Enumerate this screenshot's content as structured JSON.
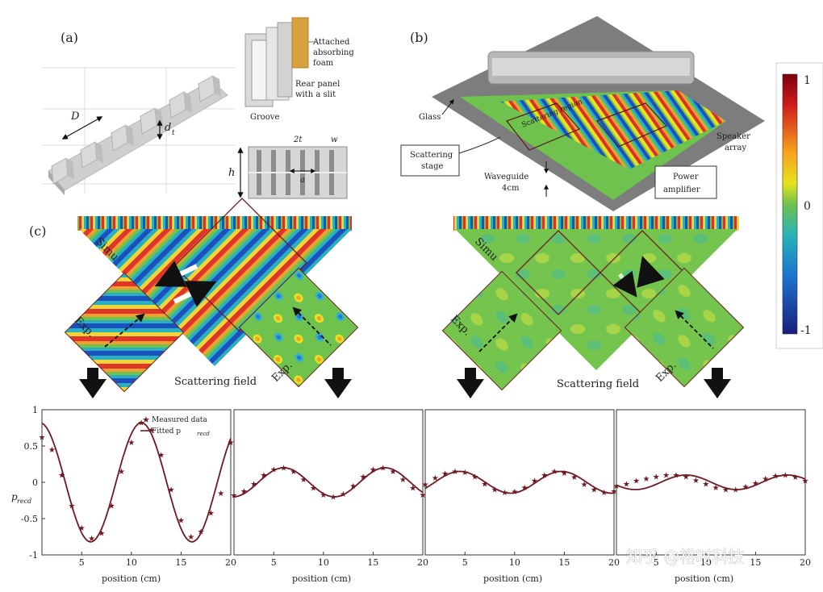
{
  "panel_labels": {
    "a": "(a)",
    "b": "(b)",
    "c": "(c)"
  },
  "panel_a": {
    "dim_D": "D",
    "dim_d": "d",
    "dim_d_sub": "t",
    "dim_h": "h",
    "dim_2t": "2t",
    "dim_w": "w",
    "dim_a": "a",
    "label_foam_1": "Attached",
    "label_foam_2": "absorbing",
    "label_foam_3": "foam",
    "label_rear_1": "Rear panel",
    "label_rear_2": "with a slit",
    "label_groove": "Groove"
  },
  "panel_b": {
    "glass": "Glass",
    "scattering_region": "Scattering region",
    "scattering_stage_1": "Scattering",
    "scattering_stage_2": "stage",
    "waveguide_1": "Waveguide",
    "waveguide_2": "4cm",
    "speaker_1": "Speaker",
    "speaker_2": "array",
    "power_1": "Power",
    "power_2": "amplifier"
  },
  "colorbar": {
    "max": "1",
    "mid": "0",
    "min": "-1"
  },
  "panel_c": {
    "simu": "Simu",
    "exp": "Exp.",
    "scattering_field": "Scattering field"
  },
  "chart_data": [
    {
      "type": "line",
      "xlabel": "position (cm)",
      "ylabel": "p",
      "ylabel_sub": "recd",
      "xlim": [
        1,
        20
      ],
      "ylim": [
        -1,
        1
      ],
      "xticks": [
        5,
        10,
        15,
        20
      ],
      "yticks": [
        1,
        0.5,
        0,
        -0.5,
        -1
      ],
      "ytick_labels": [
        "1",
        "0.5",
        "0",
        "-0.5",
        "-1"
      ],
      "legend": {
        "measured": "Measured data",
        "fitted": "Fitted p",
        "fitted_sub": "recd"
      },
      "fit": {
        "amplitude": 0.82,
        "period": 10.2,
        "peak_x": 11
      },
      "measured": {
        "x": [
          1,
          2,
          3,
          4,
          5,
          6,
          7,
          8,
          9,
          10,
          11,
          12,
          13,
          14,
          15,
          16,
          17,
          18,
          19,
          20
        ],
        "y": [
          0.62,
          0.45,
          0.1,
          -0.32,
          -0.63,
          -0.77,
          -0.7,
          -0.32,
          0.15,
          0.55,
          0.82,
          0.72,
          0.38,
          -0.1,
          -0.52,
          -0.75,
          -0.68,
          -0.42,
          -0.15,
          0.55
        ]
      }
    },
    {
      "type": "line",
      "xlabel": "position (cm)",
      "xlim": [
        1,
        20
      ],
      "ylim": [
        -1,
        1
      ],
      "xticks": [
        5,
        10,
        15,
        20
      ],
      "fit": {
        "amplitude": 0.2,
        "period": 10.2,
        "peak_x": 6
      },
      "measured": {
        "x": [
          1,
          2,
          3,
          4,
          5,
          6,
          7,
          8,
          9,
          10,
          11,
          12,
          13,
          14,
          15,
          16,
          17,
          18,
          19,
          20
        ],
        "y": [
          -0.18,
          -0.12,
          -0.02,
          0.1,
          0.18,
          0.2,
          0.15,
          0.04,
          -0.08,
          -0.17,
          -0.2,
          -0.16,
          -0.05,
          0.08,
          0.18,
          0.2,
          0.15,
          0.04,
          -0.08,
          -0.17
        ]
      }
    },
    {
      "type": "line",
      "xlabel": "position (cm)",
      "xlim": [
        1,
        20
      ],
      "ylim": [
        -1,
        1
      ],
      "xticks": [
        5,
        10,
        15,
        20
      ],
      "fit": {
        "amplitude": 0.15,
        "period": 10.2,
        "peak_x": 4.5
      },
      "measured": {
        "x": [
          1,
          2,
          3,
          4,
          5,
          6,
          7,
          8,
          9,
          10,
          11,
          12,
          13,
          14,
          15,
          16,
          17,
          18,
          19,
          20
        ],
        "y": [
          -0.03,
          0.06,
          0.12,
          0.15,
          0.14,
          0.08,
          -0.02,
          -0.1,
          -0.14,
          -0.13,
          -0.07,
          0.02,
          0.1,
          0.15,
          0.13,
          0.07,
          -0.03,
          -0.1,
          -0.14,
          -0.12
        ]
      }
    },
    {
      "type": "line",
      "xlabel": "position (cm)",
      "xlim": [
        1,
        20
      ],
      "ylim": [
        -1,
        1
      ],
      "xticks": [
        5,
        10,
        15,
        20
      ],
      "fit": {
        "amplitude": 0.1,
        "period": 10.2,
        "peak_x": 8
      },
      "measured": {
        "x": [
          1,
          2,
          3,
          4,
          5,
          6,
          7,
          8,
          9,
          10,
          11,
          12,
          13,
          14,
          15,
          16,
          17,
          18,
          19,
          20
        ],
        "y": [
          -0.05,
          -0.02,
          0.02,
          0.05,
          0.08,
          0.1,
          0.1,
          0.08,
          0.03,
          -0.02,
          -0.07,
          -0.1,
          -0.1,
          -0.06,
          -0.01,
          0.05,
          0.09,
          0.1,
          0.07,
          0.02
        ]
      }
    }
  ],
  "watermark": "知乎 @裕时科技",
  "colors": {
    "curve": "#6e1a24",
    "marker": "#6e1a24",
    "field_green": "#6fc24e"
  }
}
